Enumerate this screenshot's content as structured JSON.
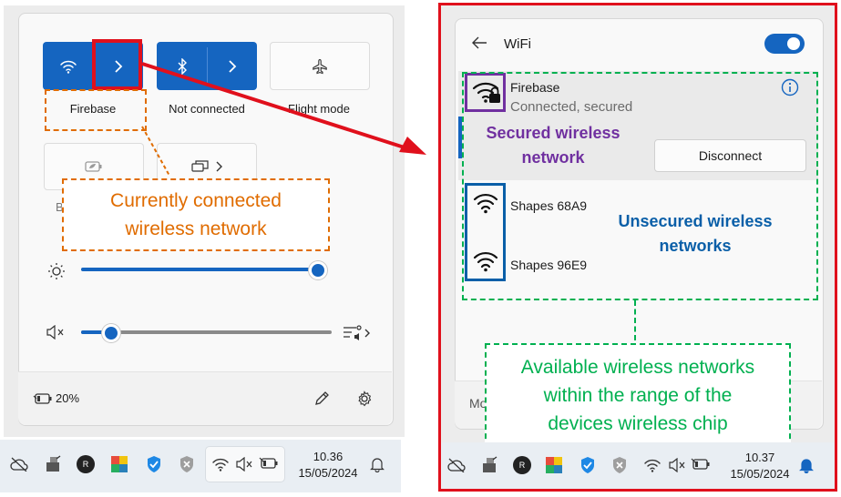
{
  "quick_settings": {
    "wifi_tile_label": "Firebase",
    "bluetooth_tile_label": "Not connected",
    "flight_tile_label": "Flight mode",
    "hidden_label_b": "B",
    "brightness_level": 0.98,
    "volume_level": 0.12,
    "battery_percent": "20%"
  },
  "taskbar_left": {
    "time": "10.36",
    "date": "15/05/2024"
  },
  "taskbar_right": {
    "time": "10.37",
    "date": "15/05/2024"
  },
  "wifi_panel": {
    "title": "WiFi",
    "toggle_on": true,
    "connected_network": {
      "name": "Firebase",
      "status": "Connected, secured",
      "button": "Disconnect"
    },
    "networks": [
      {
        "name": "Shapes 68A9"
      },
      {
        "name": "Shapes 96E9"
      }
    ],
    "partial_more_text": "Mo"
  },
  "annotations": {
    "connected": [
      "Currently connected",
      "wireless network"
    ],
    "secured": [
      "Secured wireless",
      "network"
    ],
    "unsecured": [
      "Unsecured wireless",
      "networks"
    ],
    "available": [
      "Available wireless networks",
      "within the range of the",
      "devices wireless chip"
    ]
  },
  "colors": {
    "accent_blue": "#1565c0",
    "annotation_orange": "#e06c00",
    "annotation_purple": "#7030a0",
    "annotation_green": "#00b050",
    "annotation_blue": "#0a5fa8",
    "arrow_red": "#e0101c"
  }
}
